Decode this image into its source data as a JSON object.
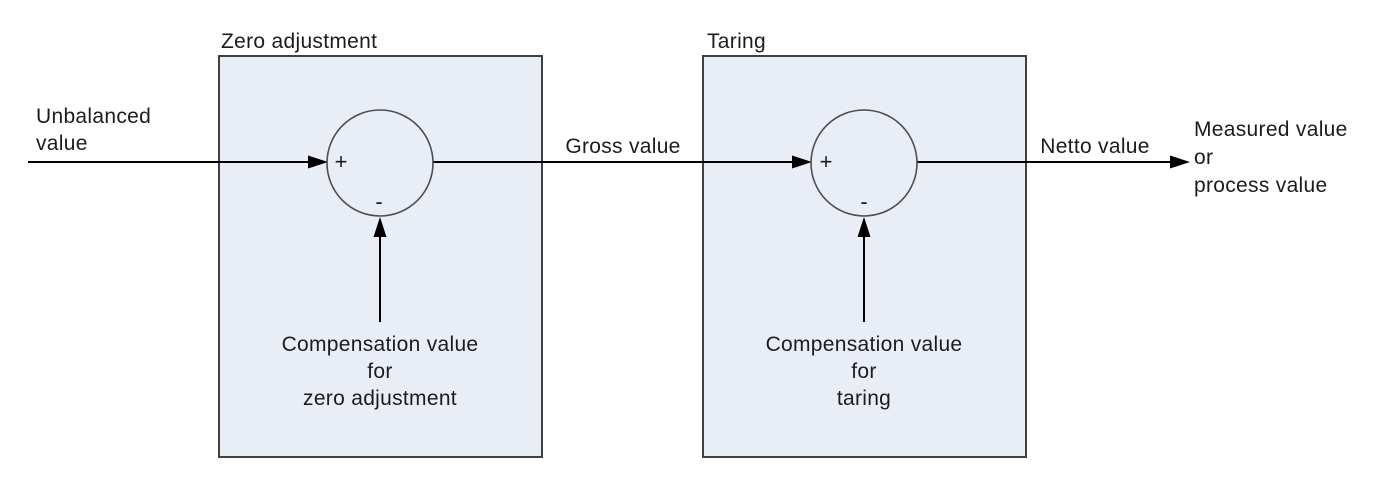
{
  "colors": {
    "background": "#ffffff",
    "box-fill": "#e9edf6",
    "box-border": "#404040",
    "circle-border": "#4d4d4d",
    "line": "#000000",
    "text": "#1c1c1c"
  },
  "blocks": [
    {
      "title": "Zero adjustment",
      "junction": {
        "plus": "+",
        "minus": "-"
      },
      "compensation_label": "Compensation value\nfor\nzero adjustment"
    },
    {
      "title": "Taring",
      "junction": {
        "plus": "+",
        "minus": "-"
      },
      "compensation_label": "Compensation value\nfor\ntaring"
    }
  ],
  "signals": {
    "input": "Unbalanced\nvalue",
    "between_blocks": "Gross value",
    "after_taring": "Netto value",
    "output": "Measured value\nor\nprocess value"
  }
}
